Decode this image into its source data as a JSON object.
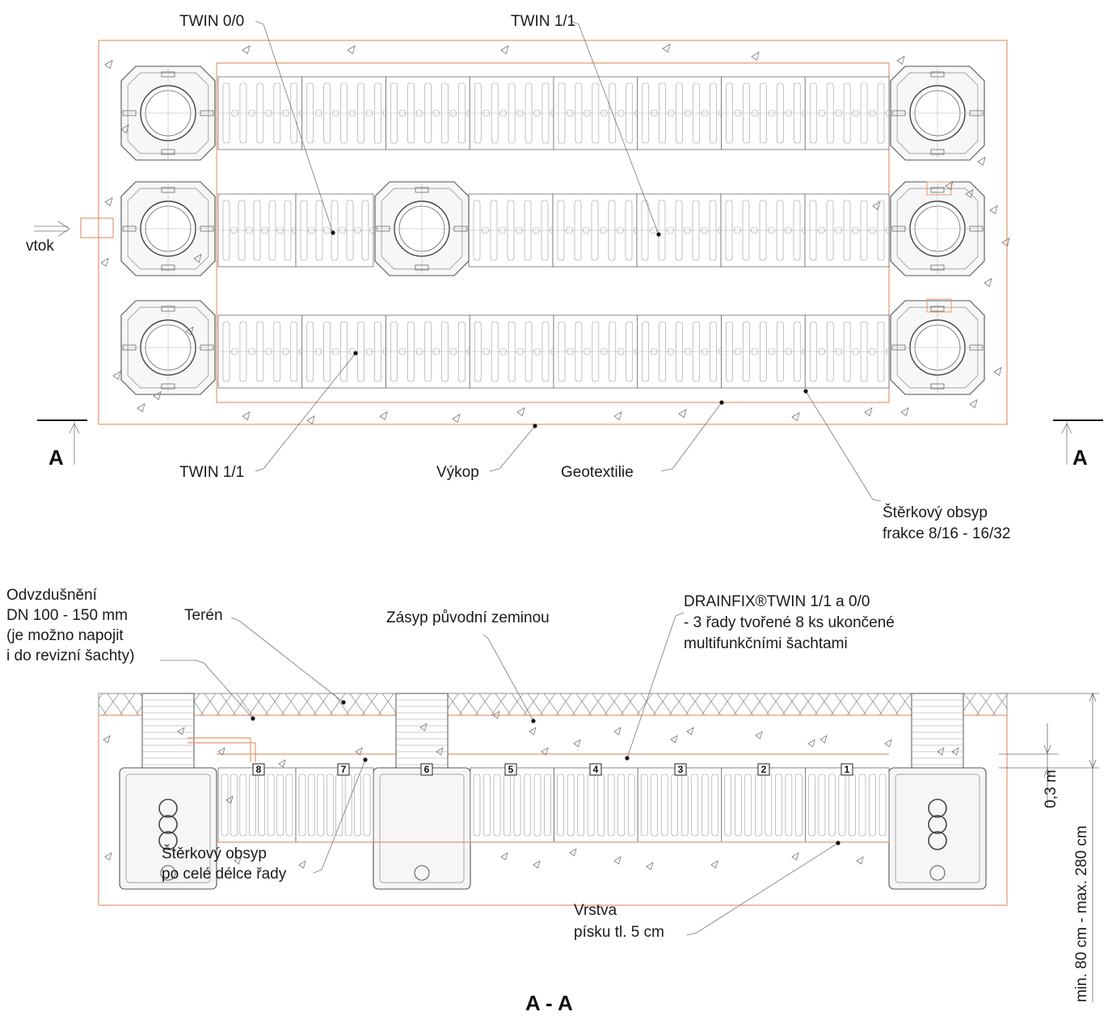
{
  "plan_view": {
    "labels": {
      "twin_00_top": "TWIN 0/0",
      "twin_11_top": "TWIN 1/1",
      "twin_11_bottom": "TWIN 1/1",
      "inflow": "vtok",
      "excavation": "Výkop",
      "geotextile": "Geotextilie",
      "gravel_line1": "Štěrkový obsyp",
      "gravel_line2": "frakce 8/16 - 16/32"
    },
    "section_marker": "A"
  },
  "section_view": {
    "labels": {
      "vent_line1": "Odvzdušnění",
      "vent_line2": "DN 100 - 150 mm",
      "vent_line3": "(je možno napojit",
      "vent_line4": "i do revizní šachty)",
      "terrain": "Terén",
      "backfill": "Zásyp původní zeminou",
      "product_line1": "DRAINFIX®TWIN  1/1 a 0/0",
      "product_line2": "- 3 řady tvořené 8 ks ukončené",
      "product_line3": "multifunkčními šachtami",
      "gravel_line1": "Štěrkový obsyp",
      "gravel_line2": "po celé délce řady",
      "sand_line1": "Vrstva",
      "sand_line2": "písku tl. 5 cm",
      "dim_small": "0,3 m",
      "dim_total": "min. 80 cm - max. 280 cm"
    },
    "block_numbers": [
      "8",
      "7",
      "6",
      "5",
      "4",
      "3",
      "2",
      "1"
    ],
    "title": "A - A"
  },
  "colors": {
    "geotextile_line": "#e5976e",
    "line_work": "#6b6b6b",
    "text": "#1a1a1a"
  }
}
